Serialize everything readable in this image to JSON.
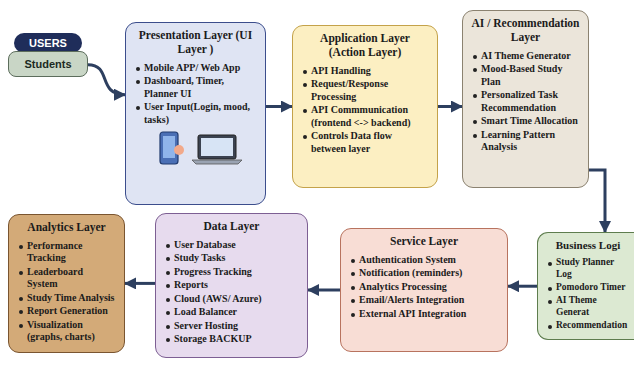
{
  "diagram": {
    "nodes": [
      {
        "text": [
          "USERS",
          "Students"
        ]
      },
      {
        "text": [
          "Presentation Layer (UI Layer )",
          "Mobile APP/ Web App",
          "Dashboard, Timer, Planner UI",
          "User Input(Login, mood, tasks)"
        ]
      },
      {
        "text": [
          "Application Layer (Action Layer)",
          "API Handling",
          "Request/Response Processing",
          "API Commmunication (frontend <-> backend)",
          "Controls Data flow between layer"
        ]
      },
      {
        "text": [
          "AI / Recommendation Layer",
          "AI Theme Generator",
          "Mood-Based Study Plan",
          "Personalized Task Recommendation",
          "Smart Time Allocation",
          "Learning Pattern Analysis"
        ]
      },
      {
        "text": [
          "Business Logi",
          "Study Planner Log",
          "Pomodoro Timer",
          "AI Theme Generat",
          "Recommendation"
        ]
      },
      {
        "text": [
          "Service Layer",
          "Authentication System",
          "Notification (reminders)",
          "Analytics Processing",
          "Email/Alerts Integration",
          "External API Integration"
        ]
      },
      {
        "text": [
          "Data Layer",
          "User Database",
          "Study Tasks",
          "Progress Tracking",
          "Reports",
          "Cloud (AWS/ Azure)",
          "Load Balancer",
          "Server Hosting",
          "Storage BACKUP"
        ]
      },
      {
        "text": [
          "Analytics Layer",
          "Performance Tracking",
          "Leaderboard System",
          "Study Time Analysis",
          "Report Generation",
          "Visualization (graphs, charts)"
        ]
      }
    ],
    "edges": [
      {
        "from": 0,
        "to": 1,
        "arrow": "to"
      },
      {
        "from": 1,
        "to": 2,
        "arrow": "to"
      },
      {
        "from": 2,
        "to": 3,
        "arrow": "to"
      },
      {
        "from": 3,
        "to": 4,
        "arrow": "to"
      },
      {
        "from": 4,
        "to": 5,
        "arrow": "to"
      },
      {
        "from": 5,
        "to": 6,
        "arrow": "to"
      },
      {
        "from": 6,
        "to": 7,
        "arrow": "to"
      }
    ]
  }
}
